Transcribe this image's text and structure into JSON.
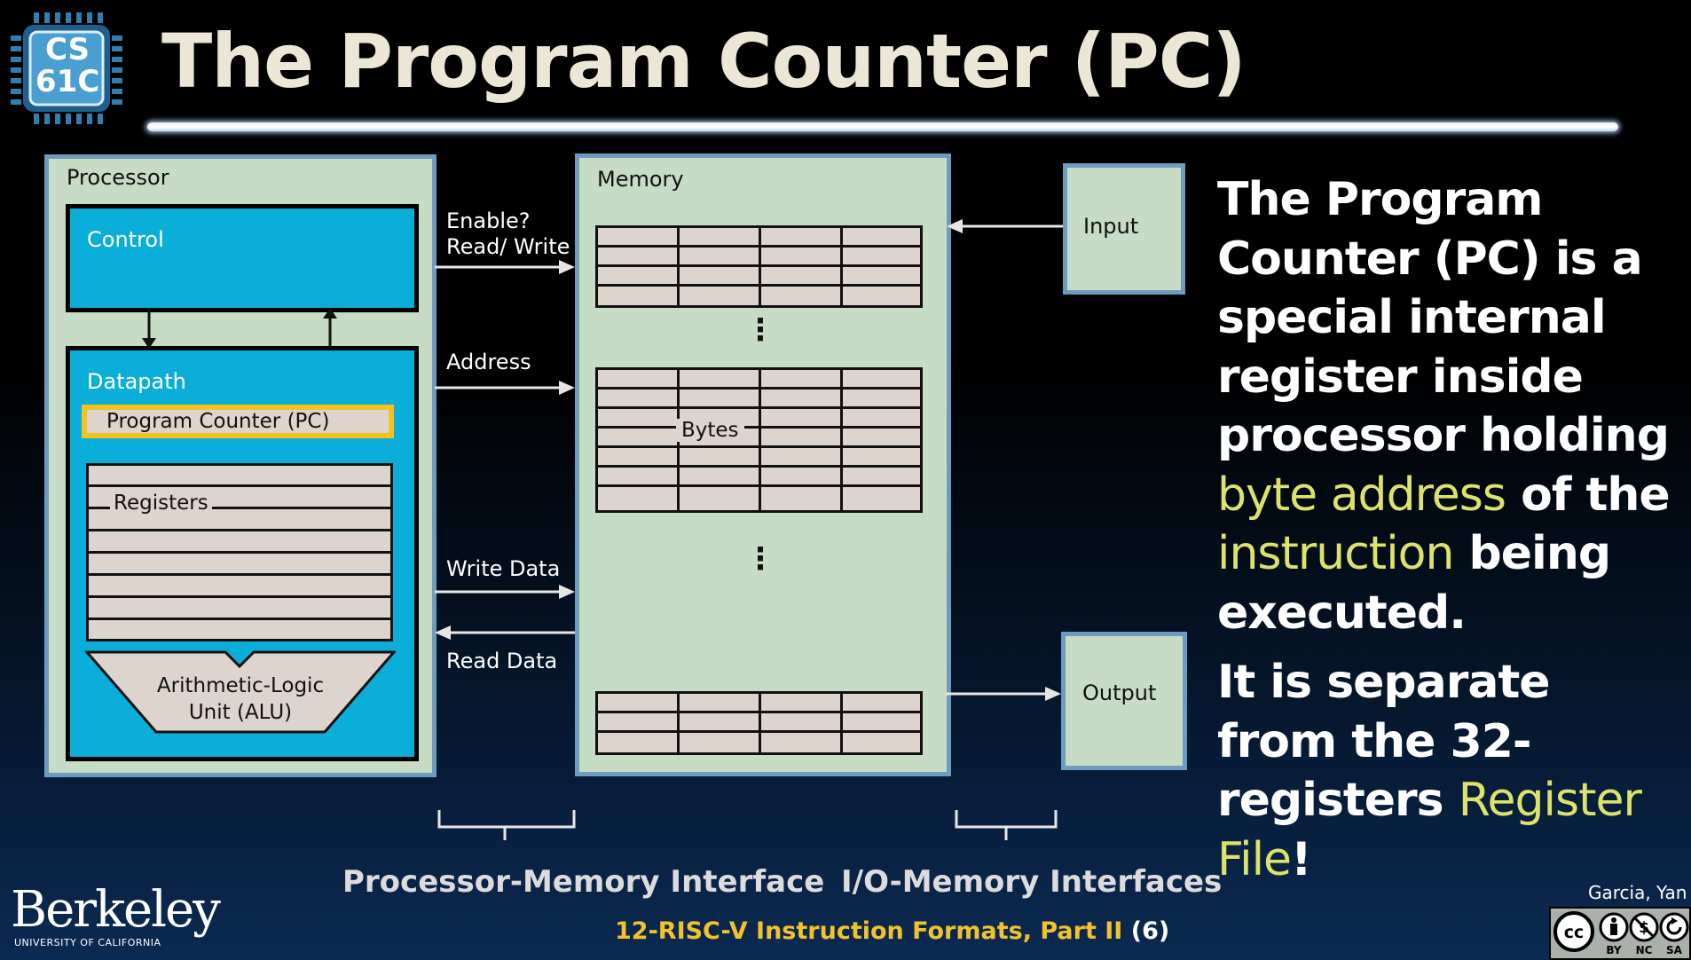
{
  "slide": {
    "title": "The Program Counter (PC)",
    "logo_text_line1": "CS",
    "logo_text_line2": "61C"
  },
  "diagram": {
    "processor_label": "Processor",
    "control_label": "Control",
    "datapath_label": "Datapath",
    "pc_label": "Program Counter (PC)",
    "registers_label": "Registers",
    "alu_line1": "Arithmetic-Logic",
    "alu_line2": "Unit (ALU)",
    "memory_label": "Memory",
    "bytes_label": "Bytes",
    "input_label": "Input",
    "output_label": "Output",
    "signals": {
      "enable": "Enable?",
      "read_write": "Read/ Write",
      "address": "Address",
      "write_data": "Write Data",
      "read_data": "Read Data"
    },
    "ellipsis": "⋮",
    "processor_memory_interface": "Processor-Memory Interface",
    "io_memory_interfaces": "I/O-Memory Interfaces"
  },
  "side_text": {
    "p1_part1": "The Program Counter (PC) is a special internal register inside processor holding ",
    "p1_highlight1": "byte address",
    "p1_part2": " of the ",
    "p1_highlight2": "instruction",
    "p1_part3": " being executed.",
    "p2_part1": "It is separate from the 32-registers ",
    "p2_highlight": "Register File",
    "p2_part2": "!"
  },
  "footer": {
    "lecture": "12-RISC-V Instruction Formats, Part II",
    "page": "(6)",
    "authors": "Garcia, Yan",
    "university_name": "Berkeley",
    "university_sub": "UNIVERSITY OF CALIFORNIA",
    "license": [
      "BY",
      "NC",
      "SA"
    ]
  },
  "colors": {
    "highlight": "#dde36a",
    "footer_accent": "#f3c12b",
    "pc_border": "#f7c21b",
    "cyan_box": "#0aaed9",
    "green_box": "#c7dcc4"
  }
}
